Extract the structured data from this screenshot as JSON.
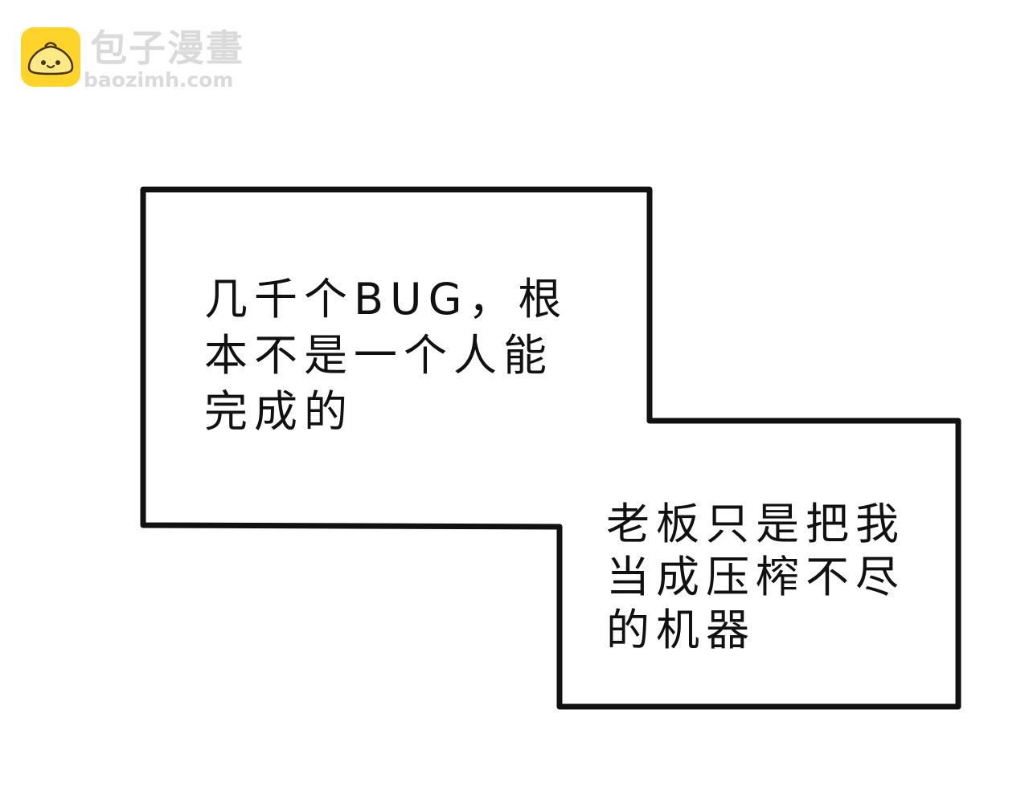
{
  "watermark": {
    "site_name": "包子漫畫",
    "site_url": "baozimh.com",
    "logo_icon": "bun-mascot-icon",
    "logo_color": "#FFD21F"
  },
  "panel": {
    "caption_1": "几千个BUG，根\n本不是一个人能\n完成的",
    "caption_2": "老板只是把我\n当成压榨不尽\n的机器"
  },
  "colors": {
    "background": "#FFFFFF",
    "border": "#111111",
    "text": "#111111",
    "watermark_text": "#D9D9D9"
  }
}
